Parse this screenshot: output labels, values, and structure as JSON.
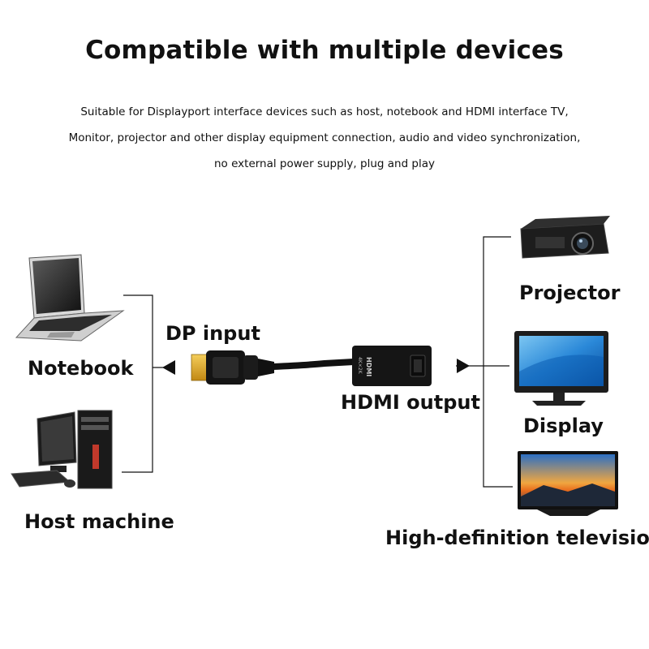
{
  "heading": {
    "title": "Compatible with multiple devices",
    "lines": [
      "Suitable for Displayport interface devices such as host, notebook and HDMI interface TV,",
      "Monitor, projector and other display equipment connection, audio and video synchronization,",
      "no external power supply, plug and play"
    ]
  },
  "sources": {
    "notebook": "Notebook",
    "host_machine": "Host machine"
  },
  "adapter": {
    "input_label": "DP input",
    "output_label": "HDMI output",
    "body_text_main": "HDMI",
    "body_text_sub": "4K×2K"
  },
  "outputs": {
    "projector": "Projector",
    "display": "Display",
    "hdtv": "High-definition television"
  },
  "icons": {
    "notebook": "laptop-icon",
    "host": "desktop-computer-icon",
    "projector": "projector-icon",
    "display": "monitor-icon",
    "tv": "television-icon"
  },
  "colors": {
    "text": "#111111",
    "line": "#111111",
    "connector_gold": "#d9a21c"
  }
}
